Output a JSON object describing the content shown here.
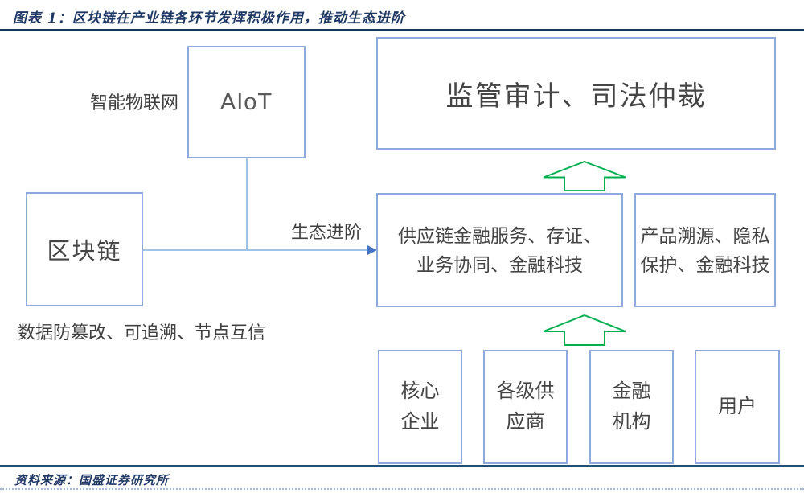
{
  "header": {
    "title": "图表 1：区块链在产业链各环节发挥积极作用，推动生态进阶"
  },
  "diagram": {
    "aiot_label": "智能物联网",
    "aiot_box": "AIoT",
    "blockchain_box": "区块链",
    "blockchain_caption": "数据防篡改、可追溯、节点互信",
    "flow_label": "生态进阶",
    "regulator_box": "监管审计、司法仲裁",
    "supplychain_box": "供应链金融服务、存证、\n业务协同、金融科技",
    "traceability_box": "产品溯源、隐私\n保护、金融科技",
    "participants": [
      "核心\n企业",
      "各级供\n应商",
      "金融\n机构",
      "用户"
    ],
    "icons": {
      "up_arrow_1": "up-block-arrow-icon",
      "up_arrow_2": "up-block-arrow-icon",
      "connector_arrowhead": "right-arrowhead-icon"
    },
    "colors": {
      "box_border": "#8EA9DB",
      "connector_line": "#9DC3E6",
      "connector_arrowhead": "#4472C4",
      "arrow_green": "#00B050",
      "title_navy": "#1F3864",
      "rule_navy": "#17365D",
      "text_gray": "#404040"
    }
  },
  "footer": {
    "source": "资料来源：国盛证券研究所"
  }
}
